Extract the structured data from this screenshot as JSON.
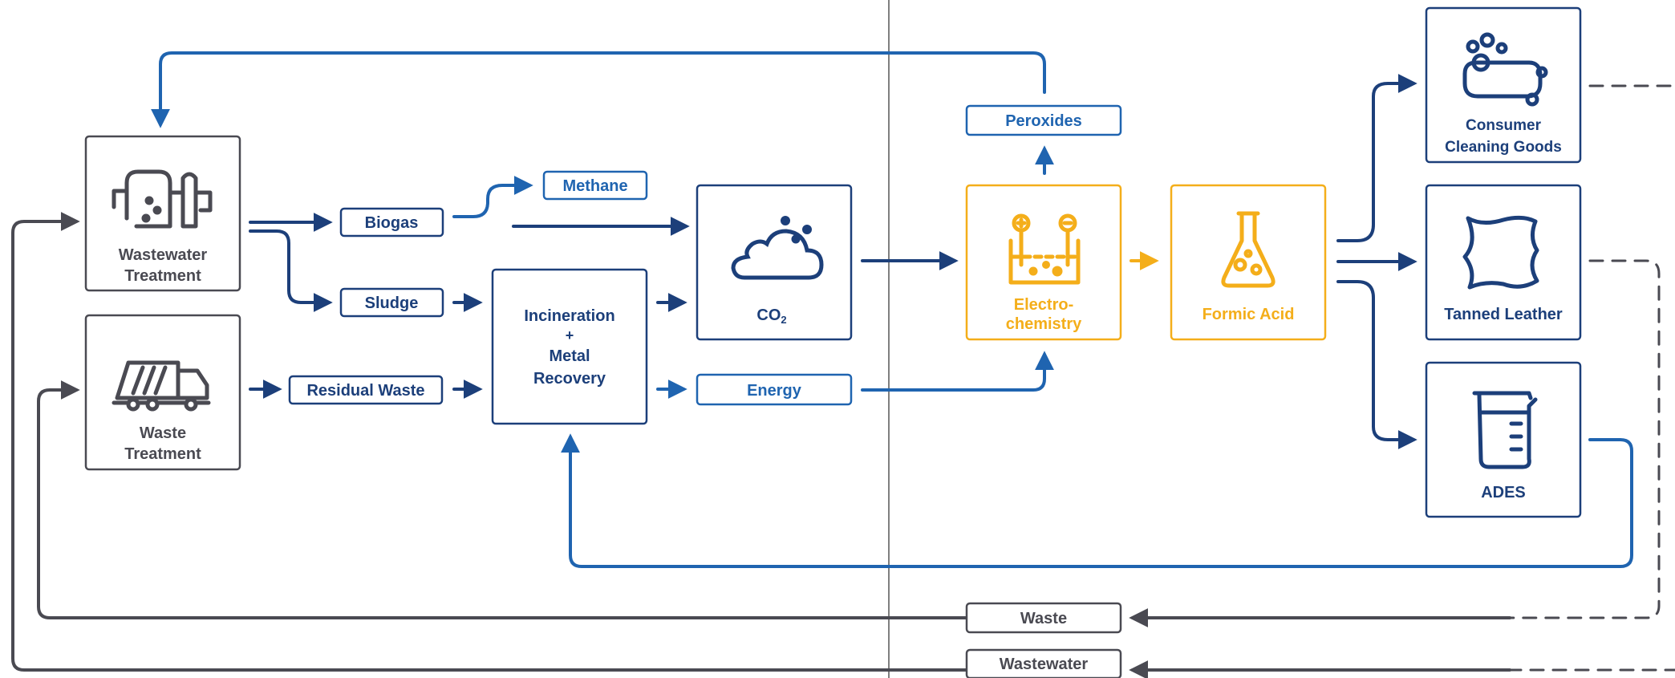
{
  "nodes": {
    "wastewater_treatment": {
      "line1": "Wastewater",
      "line2": "Treatment"
    },
    "waste_treatment": {
      "line1": "Waste",
      "line2": "Treatment"
    },
    "biogas": "Biogas",
    "sludge": "Sludge",
    "residual_waste": "Residual Waste",
    "methane": "Methane",
    "incineration": {
      "line1": "Incineration",
      "line2": "+",
      "line3": "Metal",
      "line4": "Recovery"
    },
    "energy": "Energy",
    "co2": {
      "main": "CO",
      "sub": "2"
    },
    "peroxides": "Peroxides",
    "electrochemistry": {
      "line1": "Electro-",
      "line2": "chemistry"
    },
    "formic_acid": "Formic Acid",
    "consumer_cleaning_goods": {
      "line1": "Consumer",
      "line2": "Cleaning Goods"
    },
    "tanned_leather": "Tanned Leather",
    "ades": "ADES",
    "waste_return": "Waste",
    "wastewater_return": "Wastewater"
  },
  "icons": [
    "wastewater-plant-icon",
    "garbage-truck-icon",
    "cloud-co2-icon",
    "electrolysis-cell-icon",
    "flask-icon",
    "soap-bubbles-icon",
    "leather-hide-icon",
    "beaker-icon"
  ],
  "colors": {
    "navy": "#1c3f7a",
    "blue": "#1f64b0",
    "orange": "#f4ae1a",
    "grey": "#4a4a52",
    "divider": "#555555"
  }
}
